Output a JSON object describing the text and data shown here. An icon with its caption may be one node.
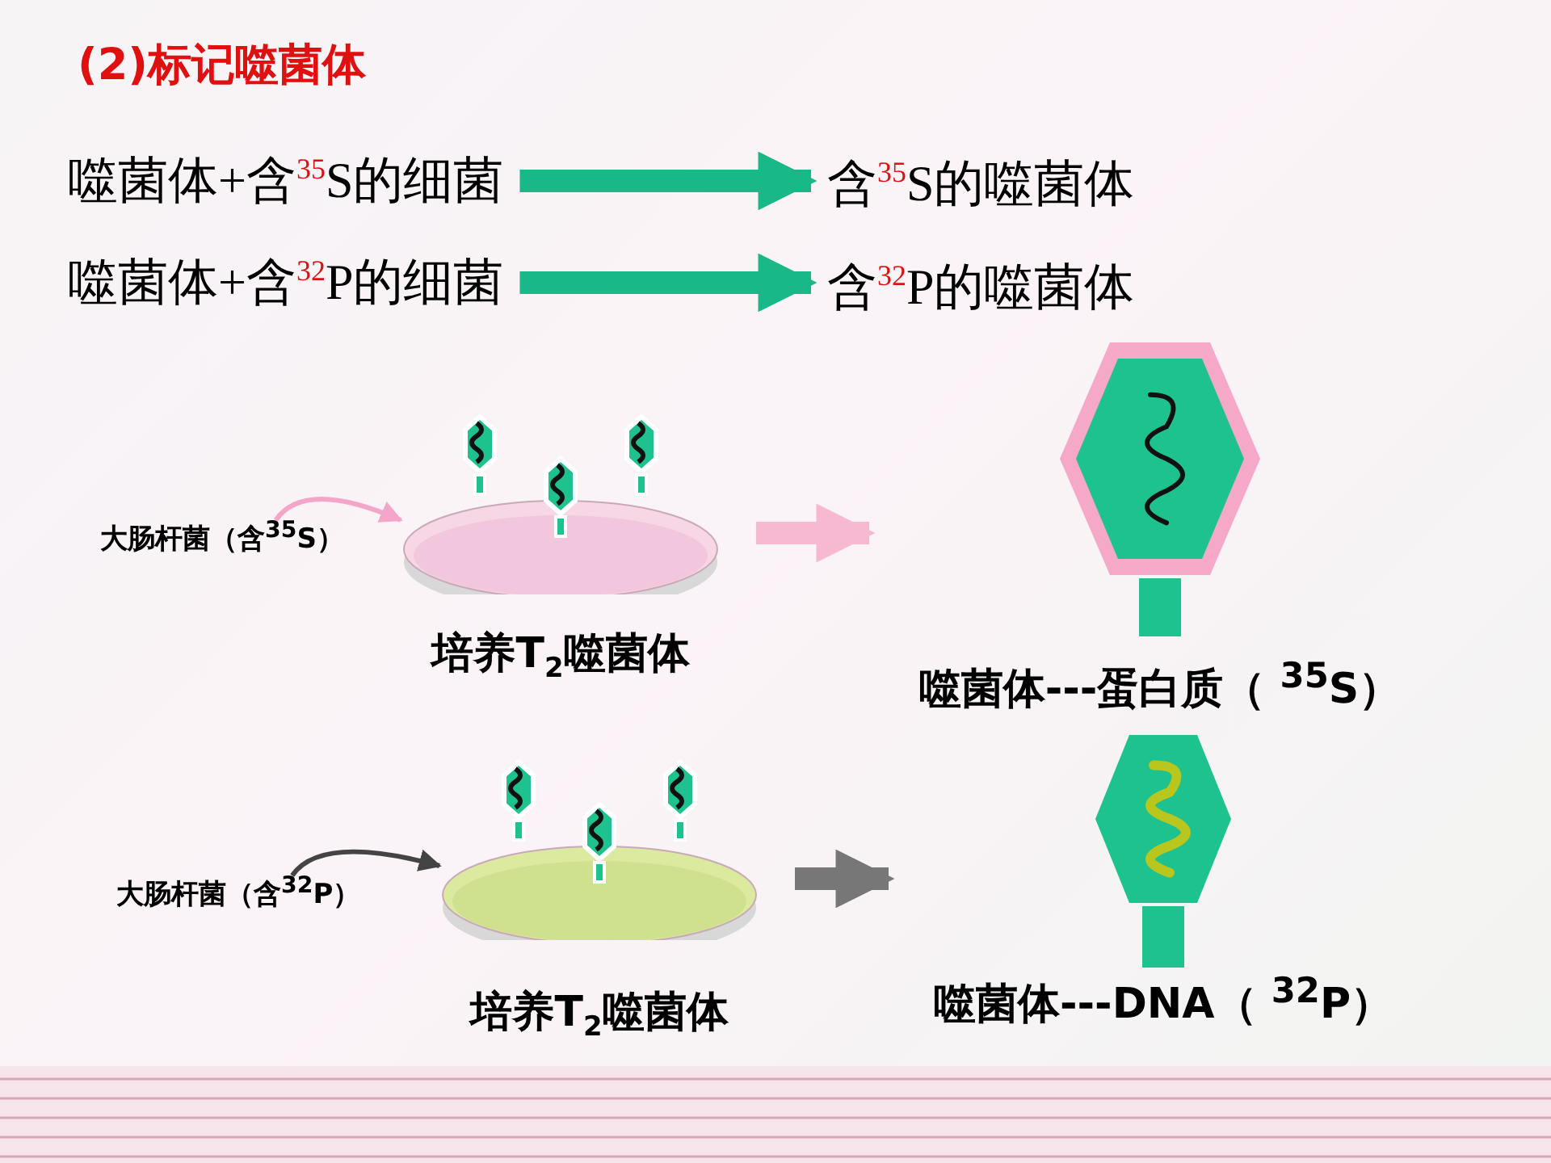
{
  "diagram": {
    "title": "(2)标记噬菌体",
    "nodes": [
      {
        "text": [
          "噬菌体+含$^{35}$S的细菌"
        ]
      },
      {
        "text": [
          "含$^{35}$S的噬菌体"
        ]
      },
      {
        "text": [
          "噬菌体+含$^{32}$P的细菌"
        ]
      },
      {
        "text": [
          "含$^{32}$P的噬菌体"
        ]
      },
      {
        "text": [
          "大肠杆菌（含$^{35}$S）"
        ]
      },
      {
        "text": [
          "培养T$_{2}$噬菌体"
        ]
      },
      {
        "text": [
          "噬菌体---蛋白质（ $^{35}$S）"
        ]
      },
      {
        "text": [
          "大肠杆菌（含$^{32}$P）"
        ]
      },
      {
        "text": [
          "培养T$_{2}$噬菌体"
        ]
      },
      {
        "text": [
          "噬菌体---DNA（ $^{32}$P）"
        ]
      }
    ],
    "edges": [
      {
        "from": 0,
        "to": 1,
        "arrow": "to",
        "color": "#19b889"
      },
      {
        "from": 2,
        "to": 3,
        "arrow": "to",
        "color": "#19b889"
      },
      {
        "from": 4,
        "to": 5,
        "arrow": "to",
        "color": "#f5a6c8"
      },
      {
        "from": 5,
        "to": 6,
        "arrow": "to",
        "color": "#f7b8d2"
      },
      {
        "from": 7,
        "to": 8,
        "arrow": "to",
        "color": "#444444"
      },
      {
        "from": 8,
        "to": 9,
        "arrow": "to",
        "color": "#777777"
      }
    ]
  }
}
